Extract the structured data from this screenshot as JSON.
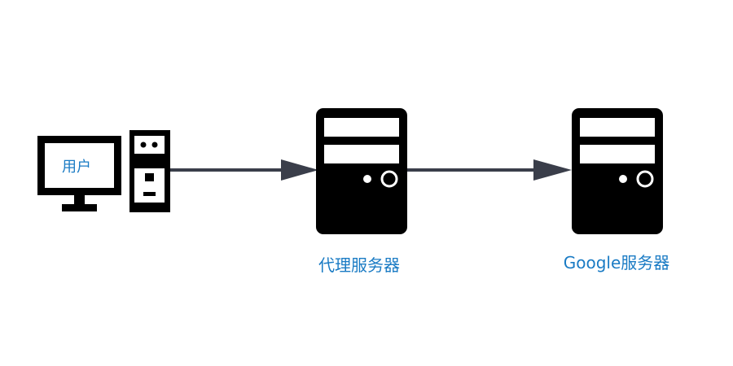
{
  "diagram": {
    "colors": {
      "label_text": "#1a7bc4",
      "icon_fill": "#000000",
      "arrow": "#3a3e4a",
      "background": "#ffffff"
    },
    "nodes": {
      "user": {
        "label": "用户",
        "icon": "desktop-computer-icon"
      },
      "proxy": {
        "label": "代理服务器",
        "icon": "server-tower-icon"
      },
      "google": {
        "label": "Google服务器",
        "icon": "server-tower-icon"
      }
    },
    "edges": [
      {
        "from": "user",
        "to": "proxy"
      },
      {
        "from": "proxy",
        "to": "google"
      }
    ]
  }
}
